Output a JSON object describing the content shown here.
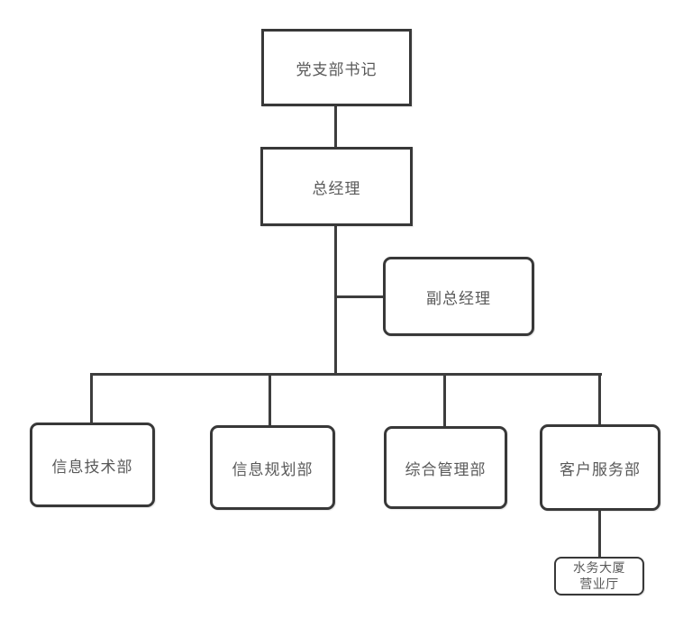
{
  "diagram": {
    "type": "org-chart",
    "background_color": "#ffffff",
    "stroke_color": "#3d3d3d",
    "node_border_color": "#383838",
    "node_fill_color": "#ffffff",
    "text_color": "#595959",
    "nodes": [
      {
        "id": "party-branch-secretary",
        "label": "党支部书记",
        "shape": "rectangle",
        "level": 1
      },
      {
        "id": "general-manager",
        "label": "总经理",
        "shape": "rectangle",
        "level": 2
      },
      {
        "id": "deputy-general-manager",
        "label": "副总经理",
        "shape": "rounded-rectangle",
        "level": 3
      },
      {
        "id": "information-technology-dept",
        "label": "信息技术部",
        "shape": "rounded-rectangle",
        "level": 4
      },
      {
        "id": "information-planning-dept",
        "label": "信息规划部",
        "shape": "rounded-rectangle",
        "level": 4
      },
      {
        "id": "general-management-dept",
        "label": "综合管理部",
        "shape": "rounded-rectangle",
        "level": 4
      },
      {
        "id": "customer-service-dept",
        "label": "客户服务部",
        "shape": "rounded-rectangle",
        "level": 4
      },
      {
        "id": "water-building-business-hall",
        "label": "水务大厦\n营业厅",
        "shape": "rounded-rectangle",
        "level": 5
      }
    ],
    "edges": [
      {
        "from": "party-branch-secretary",
        "to": "general-manager"
      },
      {
        "from": "general-manager",
        "to": "deputy-general-manager"
      },
      {
        "from": "general-manager",
        "to": "information-technology-dept"
      },
      {
        "from": "general-manager",
        "to": "information-planning-dept"
      },
      {
        "from": "general-manager",
        "to": "general-management-dept"
      },
      {
        "from": "general-manager",
        "to": "customer-service-dept"
      },
      {
        "from": "customer-service-dept",
        "to": "water-building-business-hall"
      }
    ]
  }
}
